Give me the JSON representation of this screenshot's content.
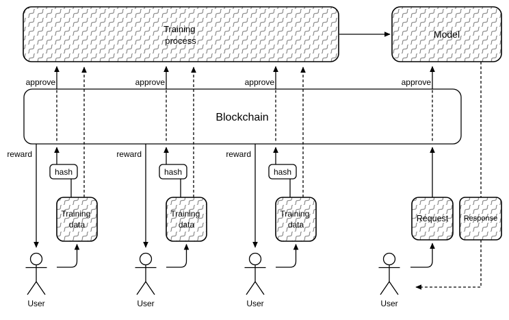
{
  "nodes": {
    "training_process": {
      "line1": "Training",
      "line2": "process"
    },
    "model": {
      "label": "Model"
    },
    "blockchain": {
      "label": "Blockchain"
    },
    "hash": {
      "label": "hash"
    },
    "training_data": {
      "line1": "Training",
      "line2": "data"
    },
    "request": {
      "label": "Request"
    },
    "response": {
      "label": "Response"
    }
  },
  "edge_labels": {
    "approve": "approve",
    "reward": "reward"
  },
  "actor": {
    "label": "User"
  },
  "colors": {
    "background": "#ffffff",
    "line": "#000000",
    "hatch_stroke": "#8f8f8f",
    "node_fill": "#ffffff"
  }
}
